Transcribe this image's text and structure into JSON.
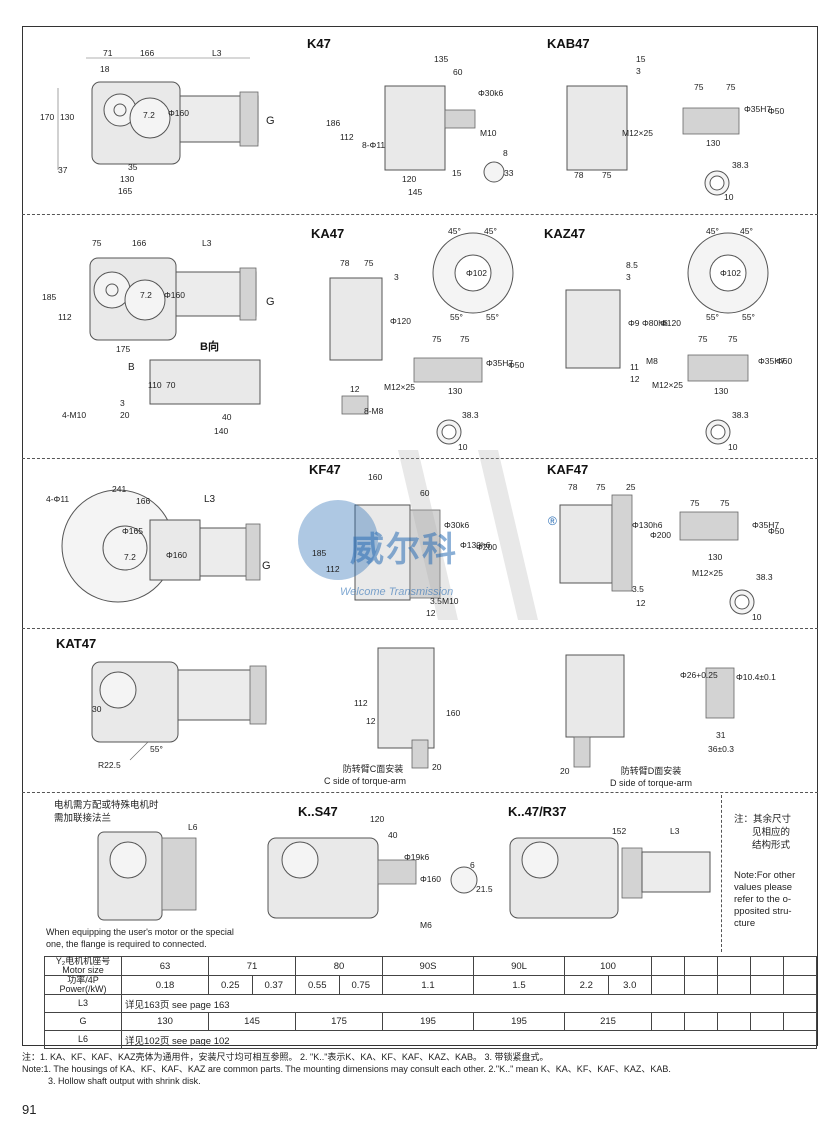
{
  "sections": {
    "k47": {
      "title": "K47",
      "kab_title": "KAB47"
    },
    "ka47": {
      "title": "KA47",
      "kaz_title": "KAZ47",
      "b_view": "B向",
      "b": "B"
    },
    "kf47": {
      "title": "KF47",
      "kaf_title": "KAF47"
    },
    "kat47": {
      "title": "KAT47",
      "c_side_cn": "防转臂C面安装",
      "c_side_en": "C side of torque-arm",
      "d_side_cn": "防转臂D面安装",
      "d_side_en": "D side of torque-arm"
    },
    "ks47": {
      "title": "K..S47",
      "kr_title": "K..47/R37",
      "flange_cn_1": "电机需方配或特殊电机时",
      "flange_cn_2": "需加联接法兰",
      "flange_en_1": "When equipping the user's motor or the special",
      "flange_en_2": "one, the flange is required to connected.",
      "side_cn_1": "注：其余尺寸",
      "side_cn_2": "见相应的",
      "side_cn_3": "结构形式",
      "side_en_1": "Note:For other",
      "side_en_2": "values please",
      "side_en_3": "refer to the o-",
      "side_en_4": "pposited stru-",
      "side_en_5": "cture"
    }
  },
  "dims": {
    "d71": "71",
    "d166": "166",
    "L3": "L3",
    "d18": "18",
    "d170": "170",
    "d130": "130",
    "d72": "7.2",
    "phi160": "Φ160",
    "G": "G",
    "d37": "37",
    "d35": "35",
    "d165": "165",
    "d135": "135",
    "d60": "60",
    "phi30k6": "Φ30k6",
    "d186": "186",
    "d112": "112",
    "phi11": "8-Φ11",
    "M10": "M10",
    "d8": "8",
    "d33": "33",
    "d120": "120",
    "d15": "15",
    "d145": "145",
    "d3": "3",
    "d75": "75",
    "M12": "M12×25",
    "phi35h7": "Φ35H7",
    "phi50": "Φ50",
    "d78": "78",
    "d383": "38.3",
    "d10": "10",
    "d185": "185",
    "d175": "175",
    "d110": "110",
    "d70": "70",
    "d20": "20",
    "M4": "4-M10",
    "d40": "40",
    "d140": "140",
    "phi120": "Φ120",
    "d12": "12",
    "M8x": "8-M8",
    "d45": "45°",
    "phi102": "Φ102",
    "d55": "55°",
    "d85": "8.5",
    "phi9": "Φ9",
    "phi80h6": "Φ80h6",
    "M8": "M8",
    "d11": "11",
    "phi60": "Φ60",
    "d241": "241",
    "phi4_11": "4-Φ11",
    "phi165": "Φ165",
    "d160": "160",
    "phi130h6": "Φ130h6",
    "phi200": "Φ200",
    "d35b": "3.5",
    "d25": "25",
    "d30": "30",
    "R225": "R22.5",
    "d55b": "55°",
    "phi26": "Φ26+0.25",
    "phi104": "Φ10.4±0.1",
    "d31": "31",
    "d36": "36±0.3",
    "L6": "L6",
    "phi19k6": "Φ19k6",
    "d6": "6",
    "d215": "21.5",
    "M6": "M6",
    "d152": "152"
  },
  "table": {
    "h_motor_cn": "Y₂电机机座号",
    "h_motor_en": "Motor size",
    "h_power_cn": "功率/4P",
    "h_power_en": "Power(/kW)",
    "motor_sizes": [
      "63",
      "71",
      "80",
      "90S",
      "90L",
      "100"
    ],
    "powers": [
      "0.18",
      "0.25",
      "0.37",
      "0.55",
      "0.75",
      "1.1",
      "1.5",
      "2.2",
      "3.0"
    ],
    "L3_label": "L3",
    "L3_value": "详见163页   see page 163",
    "G_label": "G",
    "G_values": [
      "130",
      "145",
      "175",
      "195",
      "195",
      "215"
    ],
    "L6_label": "L6",
    "L6_value": "详见102页   see page 102"
  },
  "notes": {
    "cn": "注：1. KA、KF、KAF、KAZ壳体为通用件，安装尺寸均可相互参照。  2. \"K..\"表示K、KA、KF、KAF、KAZ、KAB。  3. 带锁紧盘式。",
    "en1": "Note:1. The housings of KA、KF、KAF、KAZ are common parts. The mounting dimensions may consult each other.  2.\"K..\" mean K、KA、KF、KAF、KAZ、KAB.",
    "en2": "3. Hollow shaft output with shrink disk."
  },
  "watermark": {
    "brand_cn": "威尔科",
    "brand_en": "Welcome Transmission",
    "reg": "®"
  },
  "page_number": "91"
}
